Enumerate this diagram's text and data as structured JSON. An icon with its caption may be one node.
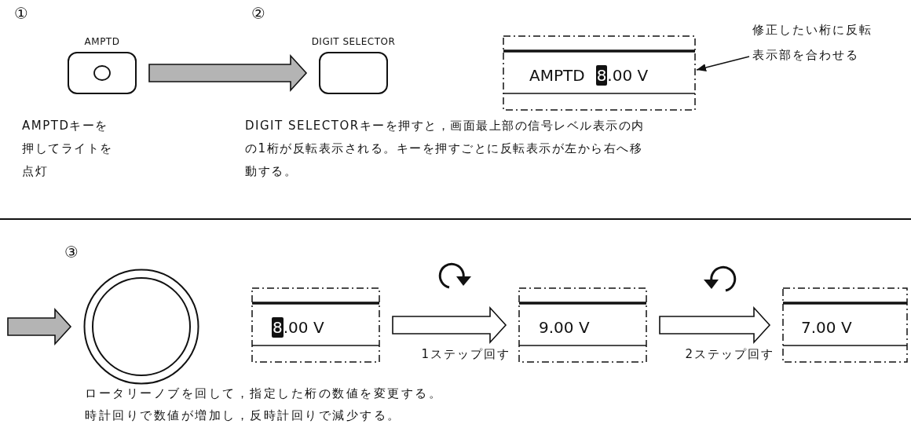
{
  "diagram": {
    "nodes": [
      {
        "text": [
          "AMPTD"
        ]
      },
      {
        "text": [
          "DIGIT SELECTOR"
        ]
      },
      {
        "text": [
          "AMPTD",
          "8",
          ".00 V"
        ]
      },
      {
        "text": [
          "修正したい桁に反転表示部を合わせる"
        ]
      },
      {
        "text": [],
        "shape": "circle"
      },
      {
        "text": [
          "8",
          ".00 V"
        ]
      },
      {
        "text": [
          "9.00 V"
        ]
      },
      {
        "text": [
          "7.00 V"
        ]
      }
    ],
    "edges": [
      {
        "from": 0,
        "to": 1,
        "arrow": "to",
        "color": "#b4b4b4"
      },
      {
        "from": 3,
        "to": 2,
        "arrow": "to"
      },
      {
        "from": null,
        "to": 4,
        "arrow": "to",
        "color": "#b4b4b4"
      },
      {
        "from": 5,
        "to": 6,
        "arrow": "to",
        "label": "1ステップ回す"
      },
      {
        "from": 6,
        "to": 7,
        "arrow": "to",
        "label": "2ステップ回す"
      }
    ],
    "labels": [
      "①",
      "②",
      "AMPTDキーを押してライトを点灯",
      "DIGIT SELECTORキーを押すと，画面最上部の信号レベル表示の内の1桁が反転表示される。キーを押すごとに反転表示が左から右へ移動する。",
      "③",
      "ロータリーノブを回して，指定した桁の数値を変更する。",
      "時計回りで数値が増加し，反時計回りで減少する。"
    ]
  }
}
